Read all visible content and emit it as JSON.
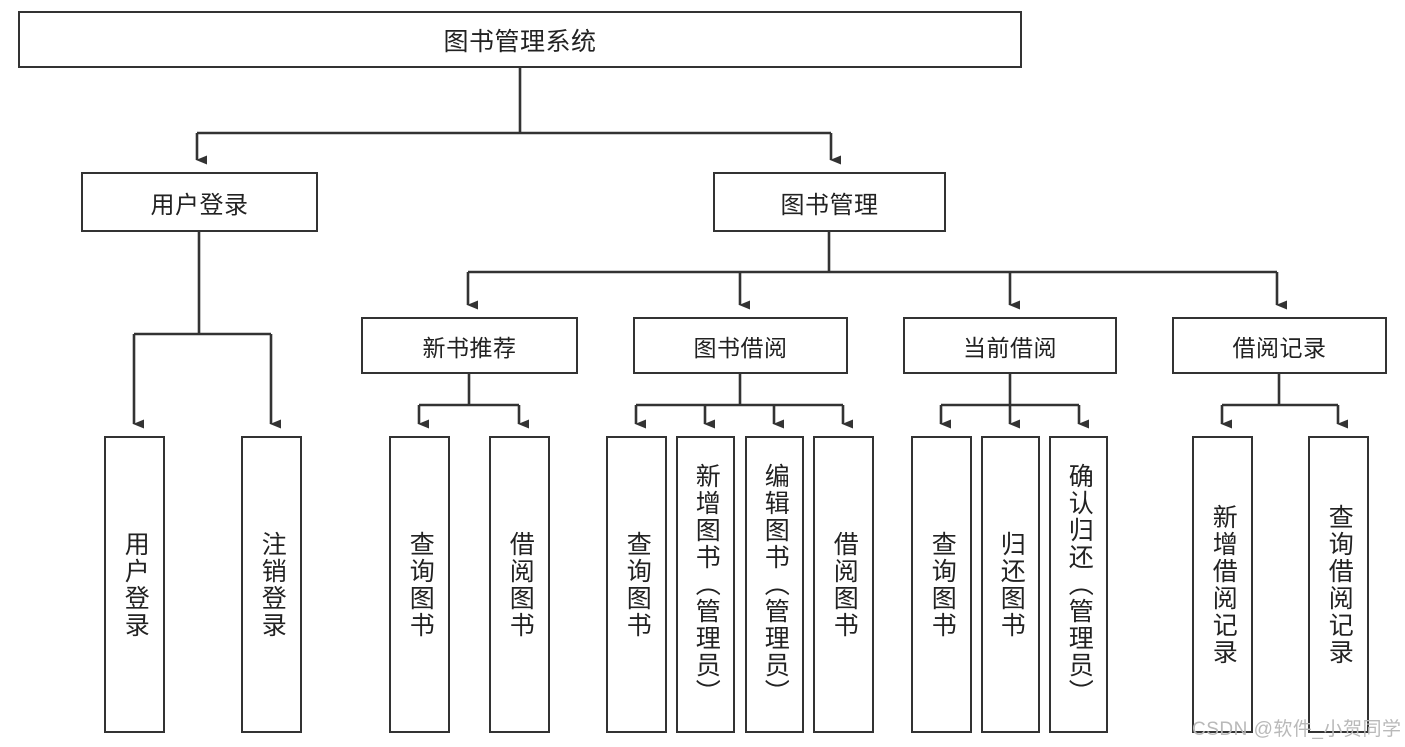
{
  "diagram": {
    "title": "图书管理系统",
    "type": "tree-hierarchy-chart",
    "colors": {
      "background": "#ffffff",
      "box_border": "#333333",
      "box_fill": "#ffffff",
      "text": "#222222",
      "connector": "#333333",
      "watermark": "#b9b9b9"
    },
    "root": {
      "label": "图书管理系统"
    },
    "level1": [
      {
        "label": "用户登录"
      },
      {
        "label": "图书管理"
      }
    ],
    "level2": [
      {
        "label": "新书推荐"
      },
      {
        "label": "图书借阅"
      },
      {
        "label": "当前借阅"
      },
      {
        "label": "借阅记录"
      }
    ],
    "leaves": {
      "user_login": [
        {
          "label": "用户登录"
        },
        {
          "label": "注销登录"
        }
      ],
      "new_book_recommend": [
        {
          "label": "查询图书"
        },
        {
          "label": "借阅图书"
        }
      ],
      "book_borrow": [
        {
          "label": "查询图书"
        },
        {
          "label": "新增图书（管理员）"
        },
        {
          "label": "编辑图书（管理员）"
        },
        {
          "label": "借阅图书"
        }
      ],
      "current_borrow": [
        {
          "label": "查询图书"
        },
        {
          "label": "归还图书"
        },
        {
          "label": "确认归还（管理员）"
        }
      ],
      "borrow_record": [
        {
          "label": "新增借阅记录"
        },
        {
          "label": "查询借阅记录"
        }
      ]
    }
  },
  "watermark": {
    "text": "CSDN @软件_小贺同学"
  }
}
